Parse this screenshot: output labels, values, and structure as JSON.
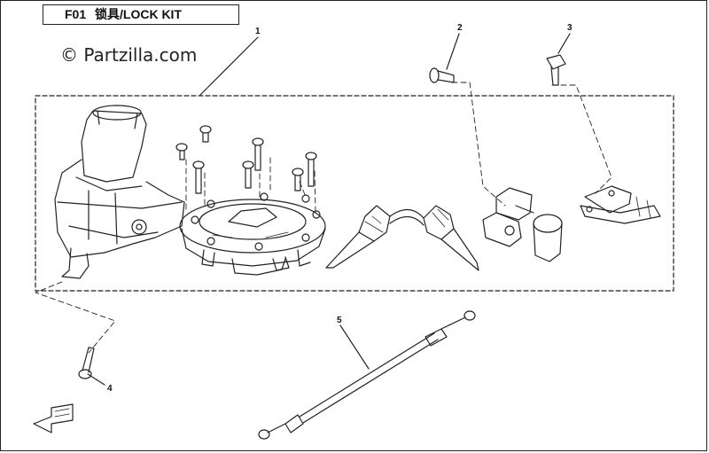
{
  "header": {
    "code": "F01",
    "name": "锁具/LOCK KIT"
  },
  "watermark": "© Partzilla.com",
  "callouts": [
    "1",
    "2",
    "3",
    "4",
    "5"
  ]
}
